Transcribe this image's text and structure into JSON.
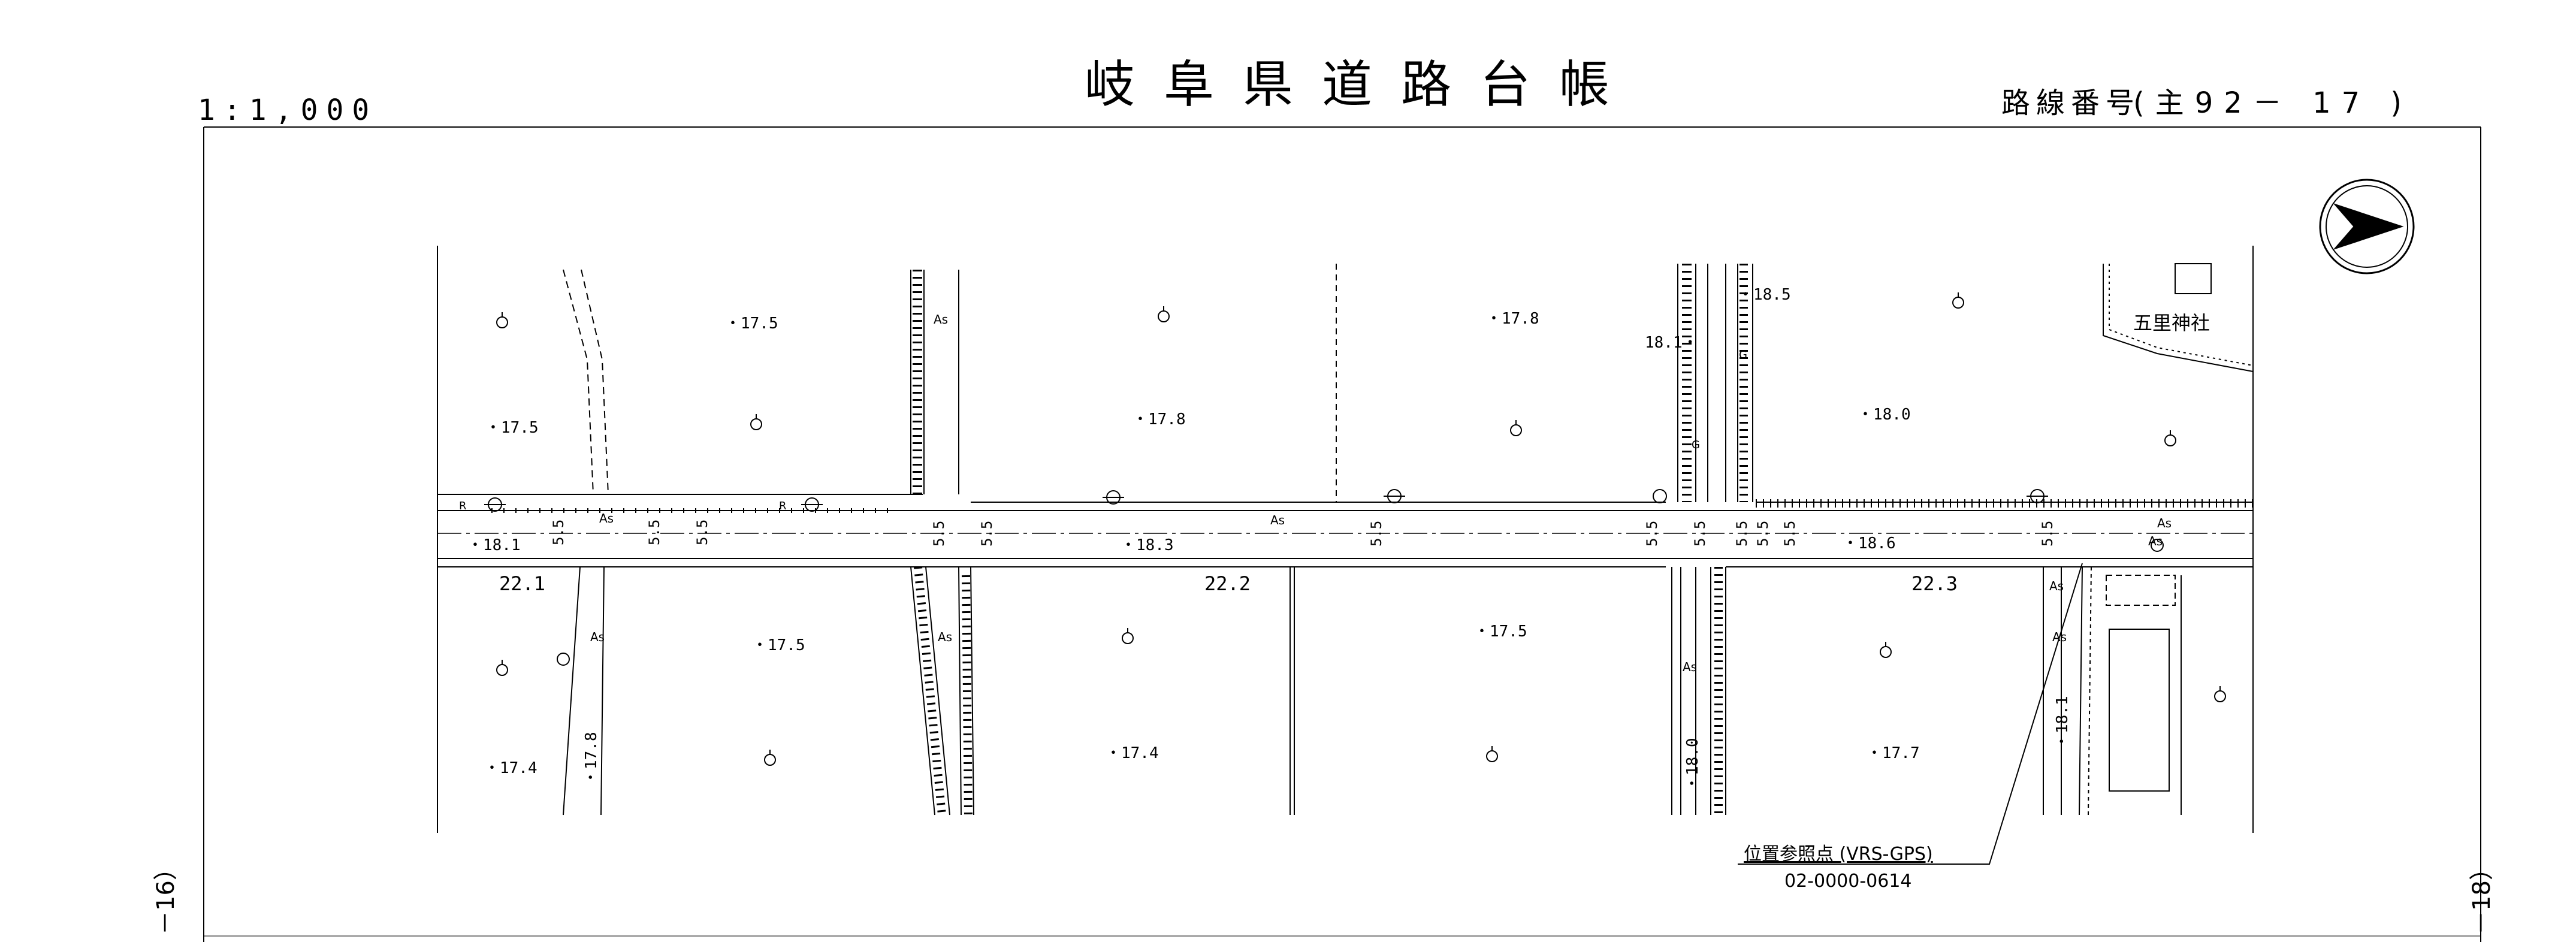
{
  "header": {
    "scale": "1:1,000",
    "title": "岐阜県道路台帳",
    "route_label": "路線番号",
    "route_number": "(主92－ 17 )"
  },
  "side_labels": {
    "left": "－16）",
    "right": "－18）"
  },
  "place_names": {
    "shrine": "五里神社"
  },
  "station_labels": [
    "22.1",
    "22.2",
    "22.3"
  ],
  "elevations": [
    "・17.5",
    "・17.5",
    "・17.8",
    "・17.8",
    "・18.5",
    "18.1・",
    "・18.0",
    "・18.1",
    "・18.3",
    "・18.6",
    "・17.5",
    "・17.5",
    "・17.4",
    "・17.8",
    "・17.4",
    "・18.0",
    "・17.7",
    "・18.1"
  ],
  "surface_labels": [
    "As",
    "As",
    "As",
    "As",
    "As",
    "As",
    "As",
    "As",
    "As",
    "As"
  ],
  "width_labels": [
    "5.5",
    "5.5",
    "5.5",
    "5.5",
    "5.5",
    "5.5",
    "5.5",
    "5.5",
    "5.5",
    "5.5",
    "5.5",
    "5.5"
  ],
  "misc_labels": [
    "R",
    "R",
    "G",
    "G"
  ],
  "reference_point": {
    "label": "位置参照点 (VRS-GPS)",
    "code": "02-0000-0614"
  },
  "north_arrow": "north-arrow-icon",
  "colors": {
    "ink": "#000000",
    "paper": "#ffffff"
  }
}
